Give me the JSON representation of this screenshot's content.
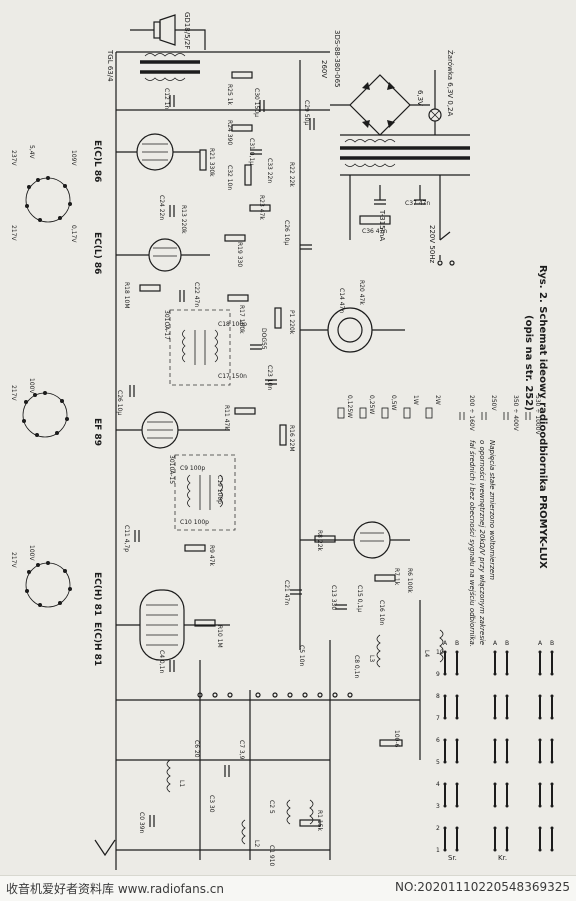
{
  "caption": {
    "line1": "Rys. 2. Schemat ideowy radioodbiornika PROMYK-LUX",
    "line2": "(opis na str. 252)"
  },
  "tubes": {
    "ecl86_a": "E(C)L 86",
    "ecl86_b": "EC(L) 86",
    "ef89": "EF 89",
    "ech81_a": "EC(H) 81",
    "ech81_b": "E(C)H 81"
  },
  "sockets": {
    "s1_v1": "237V",
    "s1_v2": "5,4V",
    "s1_v3": "109V",
    "s1_v4": "217V",
    "s1_v5": "0,17V",
    "s2_v1": "217V",
    "s2_v2": "100V",
    "s3_v1": "217V",
    "s3_v2": "100V"
  },
  "power": {
    "speaker": "GD18/5/2F",
    "transformer_out": "TGL 63/4",
    "rectifier": "3DS-88-380-065",
    "v260": "260V",
    "fuse_lamp": "Żarówka 6,3V 0,2A",
    "v63": "6,3V",
    "fuse_main": "T-315mA",
    "mains": "220V 50Hz"
  },
  "components": {
    "c12": "C12 1n",
    "r25": "R25 1k",
    "c30": "C30 150μ",
    "c29": "C29 50μ",
    "r24": "R24 390",
    "c31": "C31 0,1μ",
    "c32": "C32 10n",
    "r21": "R21 330k",
    "c33": "C33 22n",
    "r22": "R22 22k",
    "r13": "R13 220k",
    "r23": "R23 47k",
    "c24": "C24 22n",
    "r19": "R19 330",
    "c26": "C26 10μ",
    "c22": "C22 47n",
    "r18": "R18 10M",
    "r20": "R20 47k",
    "r17": "R17 100k",
    "p1": "P1 220k",
    "c23": "C23 10n",
    "c36": "C36 47n",
    "c37": "C37 47n",
    "c18": "C18 100p",
    "c19": "C19 100p",
    "c17": "C17 150n",
    "diode": "DOG55",
    "r16": "R16 22M",
    "c14": "C14 47n",
    "r11": "R11 47k",
    "c15": "C15 0,1μ",
    "c16": "C16 10n",
    "ifa": "301OA-17",
    "ifb": "3010A-15",
    "c9": "C9 100p",
    "c10": "C10 100p",
    "c11": "C11 4,7p",
    "r10": "R10 1M",
    "c8": "C8 0,1n",
    "r8": "R8 22k",
    "r7": "R7 1k",
    "r6": "R6 100k",
    "c5": "C5 10n",
    "c21": "C21 47n",
    "r9": "R9 47k",
    "c4": "C4 0,1n",
    "c13": "C13 330",
    "c6": "C6 20",
    "c7": "C7 3,9",
    "c3": "C3 30",
    "c2": "C2 5",
    "c1": "C1 910",
    "r1": "R1 15k",
    "c0": "C0 39n",
    "l1": "L1",
    "l2": "L2",
    "l3": "L3",
    "l4": "L4",
    "rs": "100-6"
  },
  "legend": {
    "r0125": "0,125W",
    "r025": "0,25W",
    "r05": "0,5W",
    "r1": "1W",
    "r2": "2W",
    "c_a": "200 ÷ 160V",
    "c_b": "250V",
    "c_c": "350 ÷ 400V",
    "c_d": "530 ÷ 1000V"
  },
  "note": {
    "line1": "Napięcia stałe zmierzono woltomierzem",
    "line2": "o oporności wewnętrznej 20kΩ/V przy włączonym zakresie",
    "line3": "fal średnich i bez obecności sygnału na wejściu odbiornika."
  },
  "switch_table": {
    "cols": [
      "1",
      "2",
      "3",
      "4",
      "5",
      "6",
      "7",
      "8",
      "9",
      "10"
    ],
    "rows": [
      "Sr.",
      "Kr."
    ],
    "labels": [
      "A",
      "B"
    ]
  },
  "footer": {
    "left": "收音机爱好者资料库 www.radiofans.cn",
    "right": "NO:20201110220548369325"
  }
}
